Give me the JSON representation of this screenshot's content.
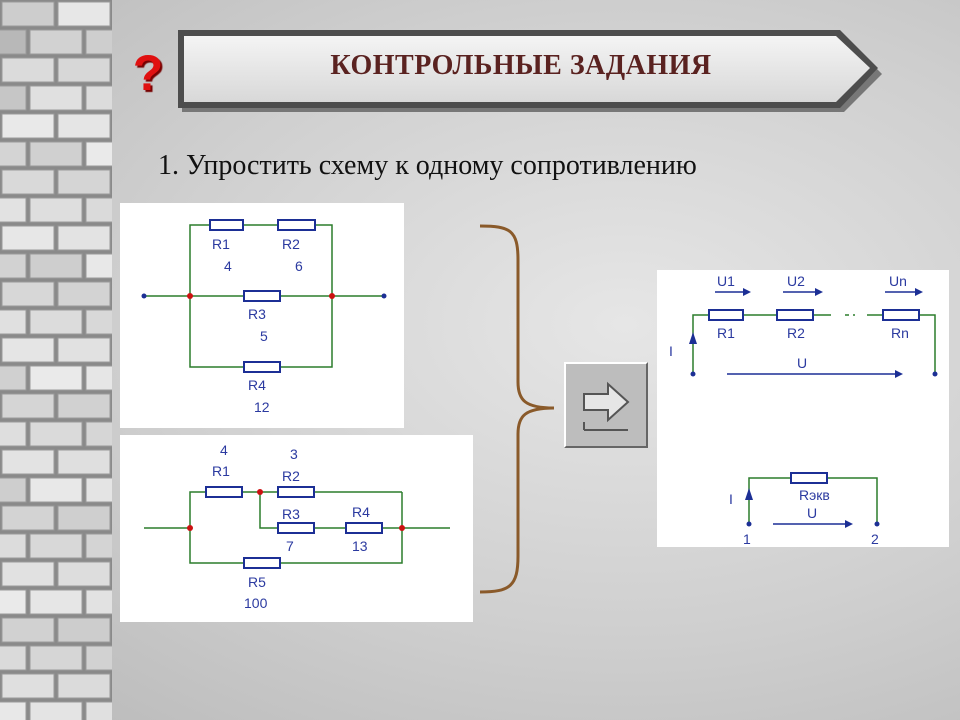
{
  "slide": {
    "title": "КОНТРОЛЬНЫЕ ЗАДАНИЯ",
    "question_mark": "?",
    "task": "1. Упростить схему к одному сопротивлению"
  },
  "circuit1": {
    "r1": "R1",
    "r1_val": "4",
    "r2": "R2",
    "r2_val": "6",
    "r3": "R3",
    "r3_val": "5",
    "r4": "R4",
    "r4_val": "12"
  },
  "circuit2": {
    "r1_val": "4",
    "r1": "R1",
    "r2_val": "3",
    "r2": "R2",
    "r3": "R3",
    "r3_val": "7",
    "r4": "R4",
    "r4_val": "13",
    "r5": "R5",
    "r5_val": "100"
  },
  "series_diagram": {
    "u1": "U1",
    "u2": "U2",
    "un": "Un",
    "r1": "R1",
    "r2": "R2",
    "rn": "Rn",
    "current": "I",
    "u": "U"
  },
  "equiv_diagram": {
    "current": "I",
    "req": "Rэкв",
    "u": "U",
    "node1": "1",
    "node2": "2"
  },
  "colors": {
    "wire": "#2c7d2c",
    "resistor": "#1c2f95",
    "label": "#2b3aa0",
    "node": "#cc1111",
    "brace": "#8a5a2a",
    "title": "#5a2220"
  }
}
